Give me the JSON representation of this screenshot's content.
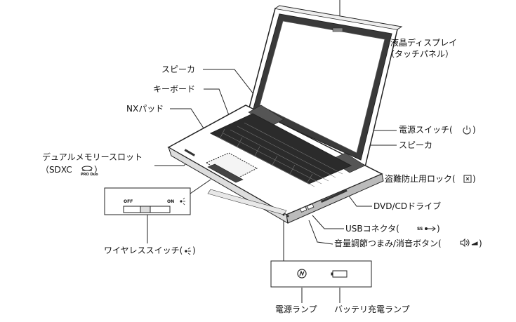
{
  "labels": {
    "display": "液晶ディスプレイ",
    "display_sub": "（タッチパネル）",
    "speaker_left": "スピーカ",
    "keyboard": "キーボード",
    "nxpad": "NXパッド",
    "memory_slot": "デュアルメモリースロット",
    "memory_slot_sub": "（SDXC",
    "memory_slot_close": "）",
    "power_switch": "電源スイッチ(",
    "power_switch_close": ")",
    "speaker_right": "スピーカ",
    "security_lock": "盗難防止用ロック(",
    "security_lock_close": ")",
    "dvd": "DVD/CDドライブ",
    "usb": "USBコネクタ(",
    "usb_close": ")",
    "volume": "音量調節つまみ/消音ボタン(",
    "volume_close": ")",
    "wireless": "ワイヤレススイッチ(",
    "wireless_close": ")",
    "power_lamp": "電源ランプ",
    "battery_lamp": "バッテリ充電ランプ"
  },
  "wireless_inset": {
    "off": "OFF",
    "on": "ON"
  },
  "sd_logo": {
    "sub": "PRO Duo"
  },
  "usb_logo": "SS",
  "colors": {
    "line": "#222222",
    "screen_frame": "#3a3a3a",
    "keys": "#1f1f1f",
    "body": "#ffffff"
  },
  "icons": [
    "power-icon",
    "lock-icon",
    "usb-icon",
    "speaker-icon",
    "wireless-icon",
    "power-lamp-icon",
    "battery-icon",
    "sd-logo-icon"
  ]
}
